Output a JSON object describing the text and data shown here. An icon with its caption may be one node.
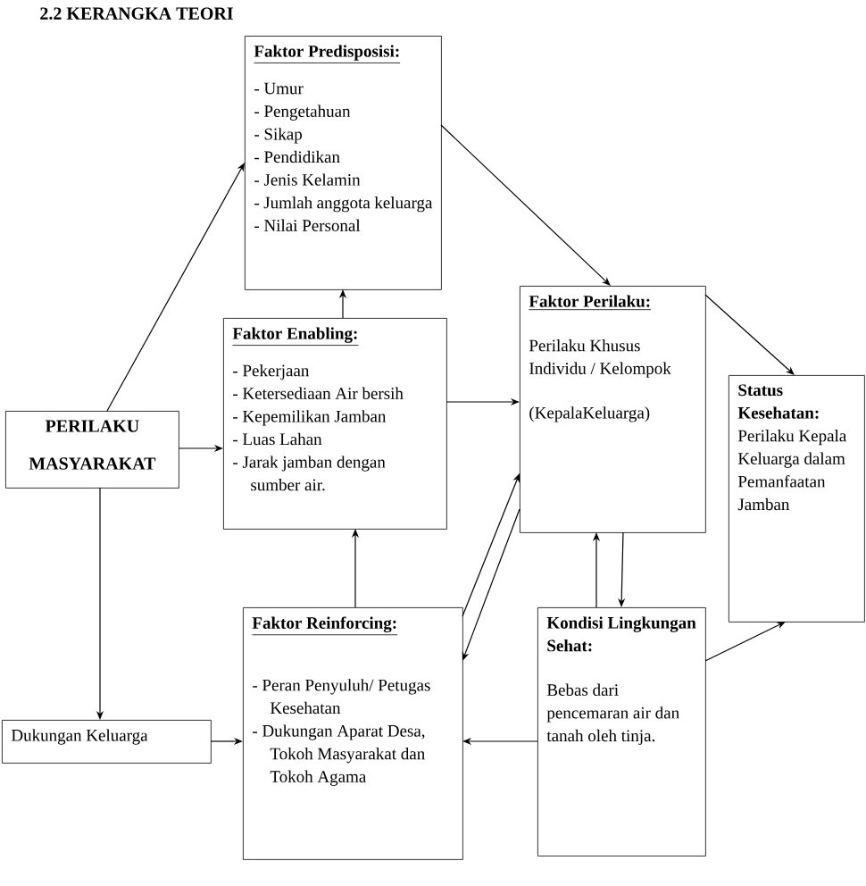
{
  "diagram": {
    "title": "2.2 KERANGKA TEORI",
    "nodes": [
      {
        "text": [
          "Faktor Predisposisi:",
          "- Umur",
          "- Pengetahuan",
          "- Sikap",
          "- Pendidikan",
          "- Jenis Kelamin",
          "- Jumlah anggota keluarga",
          "- Nilai Personal"
        ]
      },
      {
        "text": [
          "Faktor Enabling:",
          "- Pekerjaan",
          "- Ketersediaan Air bersih",
          "- Kepemilikan Jamban",
          "- Luas Lahan",
          "- Jarak jamban dengan sumber air."
        ]
      },
      {
        "text": [
          "PERILAKU MASYARAKAT"
        ]
      },
      {
        "text": [
          "Faktor Perilaku:",
          "Perilaku Khusus Individu / Kelompok",
          "(KepalaKeluarga)"
        ]
      },
      {
        "text": [
          "Status Kesehatan:",
          "Perilaku Kepala Keluarga dalam Pemanfaatan Jamban"
        ]
      },
      {
        "text": [
          "Faktor Reinforcing:",
          "- Peran Penyuluh/ Petugas Kesehatan",
          "- Dukungan Aparat Desa, Tokoh Masyarakat dan Tokoh Agama"
        ]
      },
      {
        "text": [
          "Kondisi Lingkungan Sehat:",
          "Bebas dari pencemaran air dan tanah oleh tinja."
        ]
      },
      {
        "text": [
          "Dukungan Keluarga"
        ]
      }
    ],
    "edges": [
      {
        "from": 2,
        "to": 0,
        "arrow": "to"
      },
      {
        "from": 2,
        "to": 1,
        "arrow": "to"
      },
      {
        "from": 2,
        "to": 7,
        "arrow": "to"
      },
      {
        "from": 7,
        "to": 5,
        "arrow": "to"
      },
      {
        "from": 1,
        "to": 0,
        "arrow": "to"
      },
      {
        "from": 5,
        "to": 1,
        "arrow": "to"
      },
      {
        "from": 1,
        "to": 3,
        "arrow": "to"
      },
      {
        "from": 0,
        "to": 3,
        "arrow": "to"
      },
      {
        "from": 5,
        "to": 3,
        "arrow": "to"
      },
      {
        "from": 3,
        "to": 5,
        "arrow": "to"
      },
      {
        "from": 3,
        "to": 4,
        "arrow": "to"
      },
      {
        "from": 3,
        "to": 6,
        "arrow": "to"
      },
      {
        "from": 6,
        "to": 3,
        "arrow": "to"
      },
      {
        "from": 6,
        "to": 5,
        "arrow": "to"
      },
      {
        "from": 6,
        "to": 4,
        "arrow": "to"
      }
    ]
  }
}
